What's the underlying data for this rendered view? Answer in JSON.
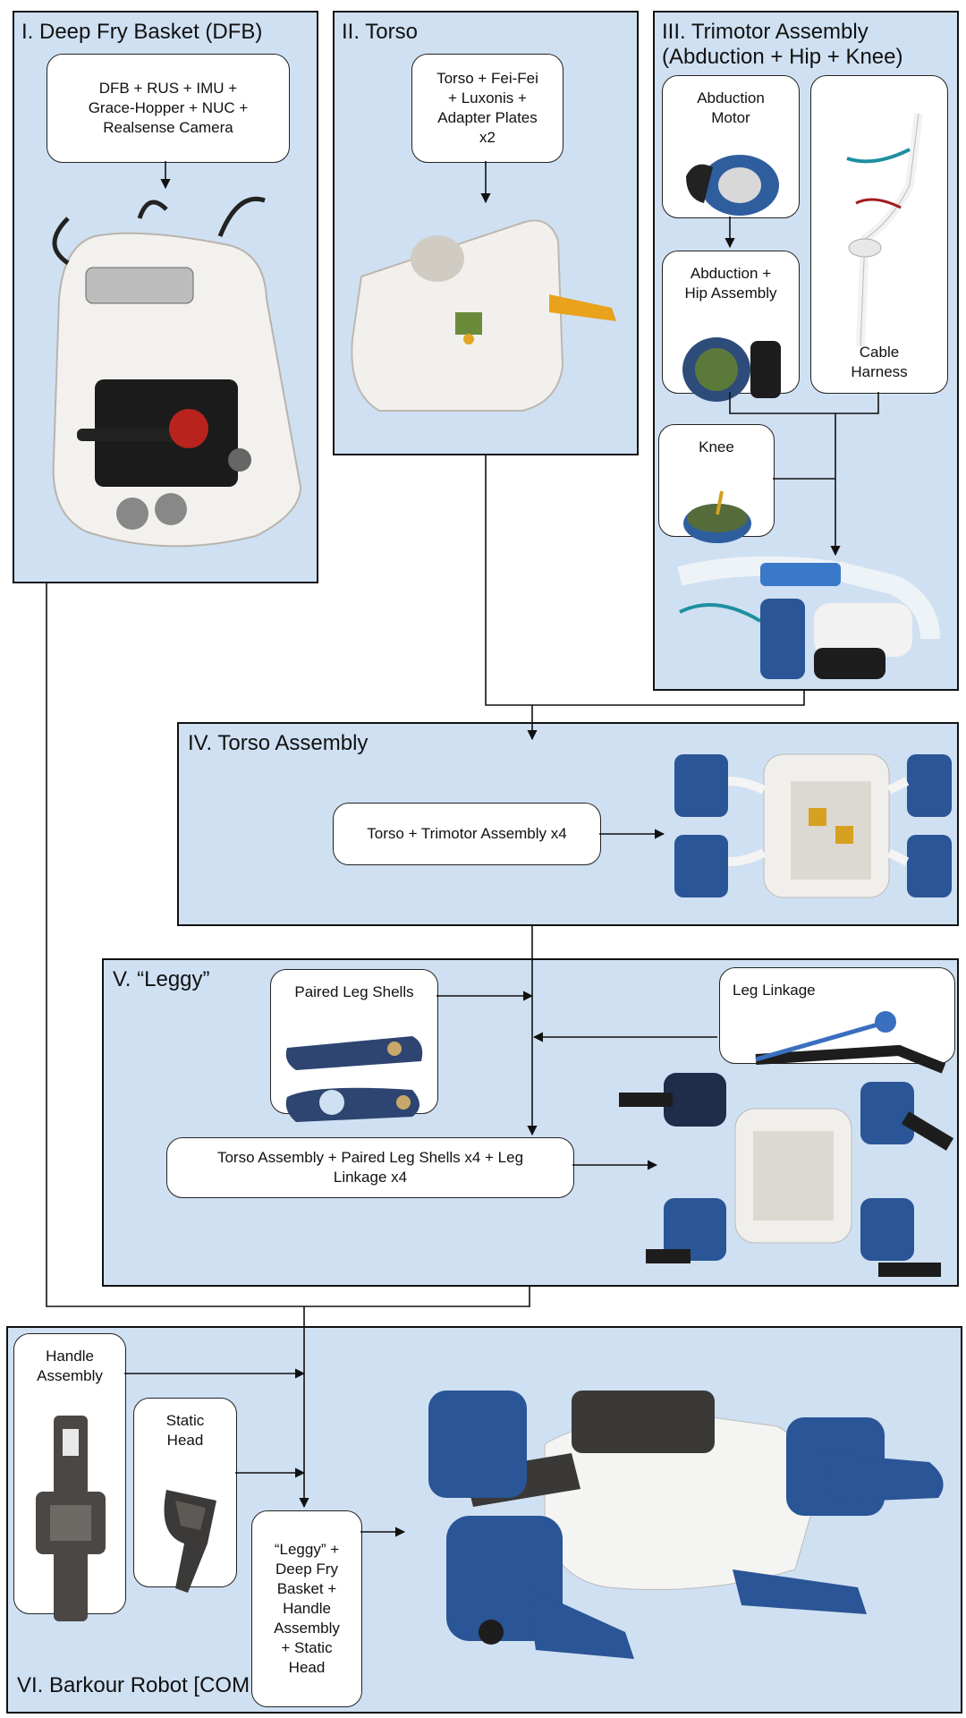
{
  "panels": {
    "p1": {
      "title": "I. Deep Fry Basket (DFB)",
      "box": "DFB + RUS + IMU +\nGrace-Hopper + NUC +\nRealsense Camera"
    },
    "p2": {
      "title": "II. Torso",
      "box": "Torso +  Fei-Fei\n+ Luxonis +\nAdapter Plates\nx2"
    },
    "p3": {
      "title": "III. Trimotor Assembly\n(Abduction + Hip + Knee)",
      "abduction": "Abduction\nMotor",
      "abduction_hip": "Abduction +\nHip Assembly",
      "cable": "Cable\nHarness",
      "knee": "Knee"
    },
    "p4": {
      "title": "IV. Torso Assembly",
      "box": "Torso + Trimotor Assembly x4"
    },
    "p5": {
      "title": "V. “Leggy”",
      "shells": "Paired Leg Shells",
      "linkage": "Leg Linkage",
      "box": "Torso Assembly + Paired Leg Shells x4 + Leg\nLinkage x4"
    },
    "p6": {
      "title": "VI. Barkour Robot [COMPLETE]",
      "handle": "Handle\nAssembly",
      "head": "Static\nHead",
      "box": "“Leggy” +\nDeep Fry\nBasket +\nHandle\nAssembly\n+ Static\nHead"
    }
  }
}
